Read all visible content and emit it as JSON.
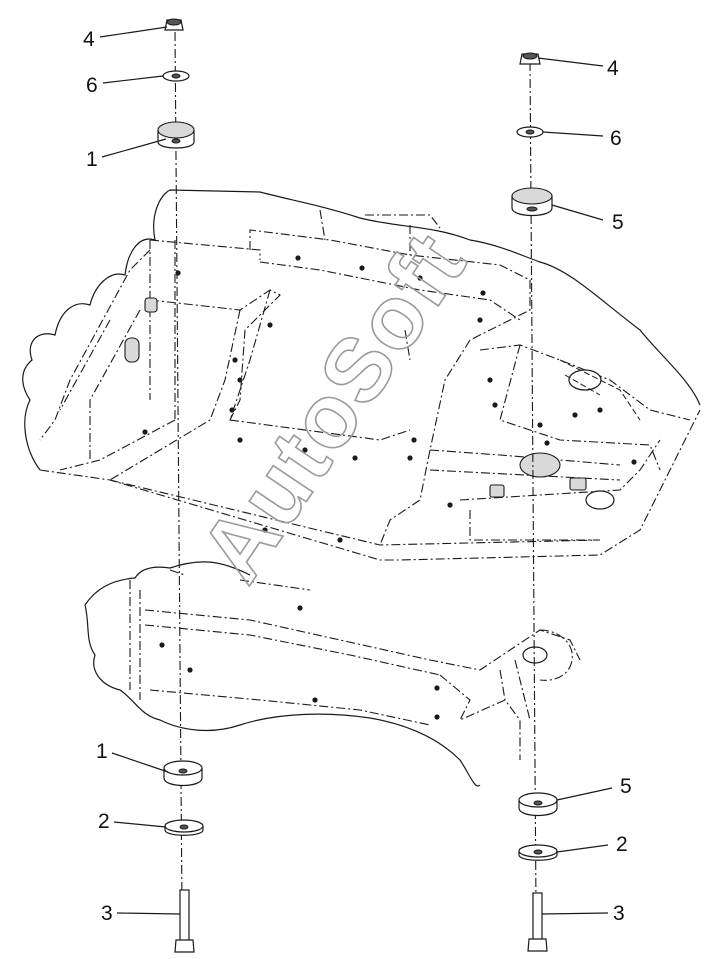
{
  "watermark": "AutoSoft",
  "labels": {
    "l4a": "4",
    "l6a": "6",
    "l1a": "1",
    "l4b": "4",
    "l6b": "6",
    "l5b": "5",
    "l1c": "1",
    "l2c": "2",
    "l3c": "3",
    "l5d": "5",
    "l2d": "2",
    "l3d": "3"
  },
  "colors": {
    "ink": "#1a1a1a",
    "watermark": "#9a9a9a",
    "background": "#ffffff"
  }
}
